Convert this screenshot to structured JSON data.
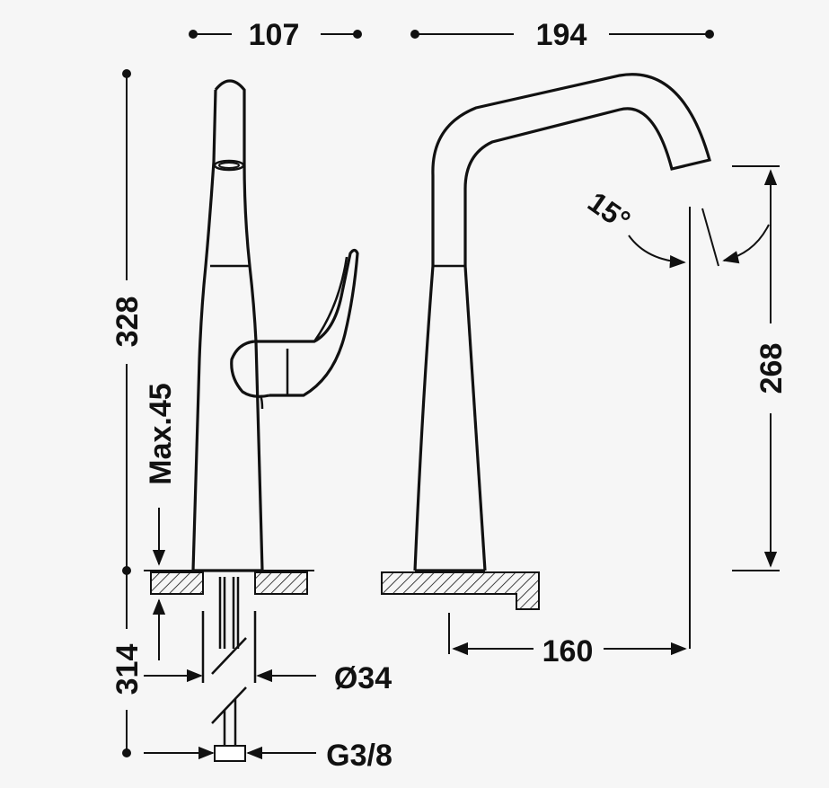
{
  "dimensions": {
    "top_left_width": "107",
    "top_right_width": "194",
    "total_height": "328",
    "max_deck": "Max.45",
    "below_deck": "314",
    "spout_height": "268",
    "spout_reach": "160",
    "tilt_angle": "15°",
    "pipe_diameter": "Ø34",
    "thread": "G3/8"
  },
  "colors": {
    "line": "#111111",
    "background": "#f6f6f6"
  }
}
